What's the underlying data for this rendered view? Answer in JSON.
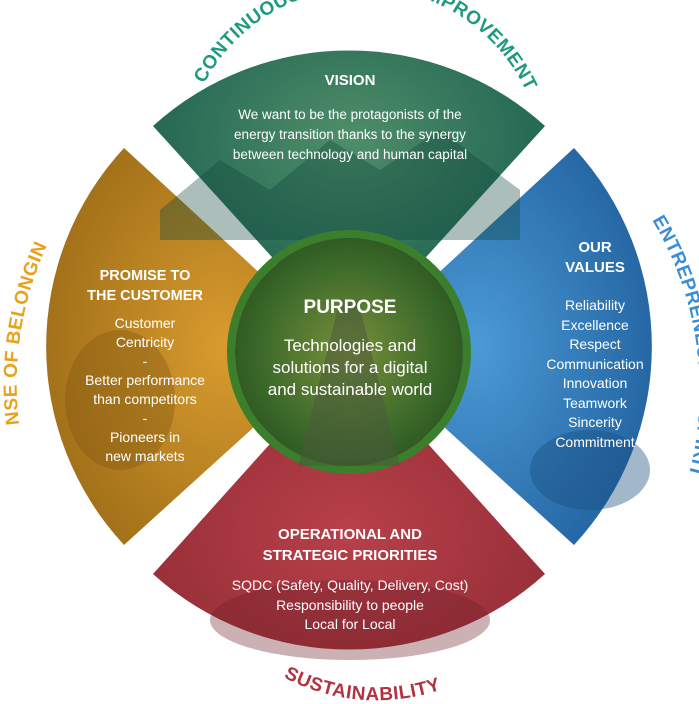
{
  "ring": {
    "top": "CONTINUOUS AND AGILE IMPROVEMENT",
    "right": "ENTREPRENEURIAL SPIRIT",
    "bottom": "SUSTAINABILITY",
    "left": "SENSE OF BELONGING"
  },
  "vision": {
    "title": "VISION",
    "lines": [
      "We want to be the protagonists of the",
      "energy transition thanks to the synergy",
      "between technology and human capital"
    ]
  },
  "values": {
    "title_lines": [
      "OUR",
      "VALUES"
    ],
    "items": [
      "Reliability",
      "Excellence",
      "Respect",
      "Communication",
      "Innovation",
      "Teamwork",
      "Sincerity",
      "Commitment"
    ]
  },
  "customer": {
    "title_lines": [
      "PROMISE TO",
      "THE CUSTOMER"
    ],
    "lines": [
      "Customer",
      "Centricity",
      "-",
      "Better performance",
      "than competitors",
      "-",
      "Pioneers in",
      "new markets"
    ]
  },
  "priorities": {
    "title_lines": [
      "OPERATIONAL AND",
      "STRATEGIC PRIORITIES"
    ],
    "lines": [
      "SQDC (Safety, Quality, Delivery, Cost)",
      "Responsibility to people",
      "Local for Local"
    ]
  },
  "purpose": {
    "title": "PURPOSE",
    "lines": [
      "Technologies and",
      "solutions for a digital",
      "and sustainable world"
    ]
  },
  "colors": {
    "teal": "#1d6b5c",
    "blue": "#3a86c4",
    "red": "#a8323b",
    "orange": "#e3a32a",
    "center_green": "#3c7a2a",
    "teal_label": "#1f9a80",
    "blue_label": "#3a8ed6",
    "red_label": "#b23340",
    "orange_label": "#e8a21c"
  }
}
